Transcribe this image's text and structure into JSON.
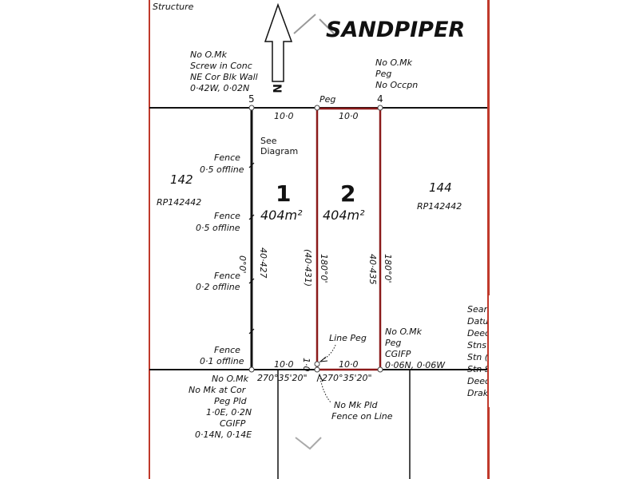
{
  "plan": {
    "top_cut_text": "Structure",
    "road_name": "SANDPIPER",
    "north_label": "N",
    "border_color": "#c0392b",
    "lot_highlight_color": "#8b1a1a",
    "corner_5_label": "5",
    "corner_4_label": "4",
    "peg_top_label": "Peg",
    "nw_note": [
      "No O.Mk",
      "Screw in Conc",
      "NE Cor Blk Wall",
      "0·42W, 0·02N"
    ],
    "ne_note": [
      "No O.Mk",
      "Peg",
      "No Occpn"
    ],
    "se_note": [
      "No O.Mk",
      "Peg",
      "CGIFP",
      "0·06N, 0·06W"
    ],
    "sw_note": [
      "No O.Mk",
      "No Mk at Cor",
      "Peg Pld",
      "1·0E, 0·2N",
      "CGIFP",
      "0·14N, 0·14E"
    ],
    "line_peg_label": "Line Peg",
    "bottom_mid_note": [
      "No Mk Pld",
      "Fence on Line"
    ],
    "see_diagram": [
      "See",
      "Diagram"
    ],
    "fences": [
      [
        "Fence",
        "0·5 offline"
      ],
      [
        "Fence",
        "0·5 offline"
      ],
      [
        "Fence",
        "0·2 offline"
      ],
      [
        "Fence",
        "0·1 offline"
      ]
    ],
    "lots": [
      {
        "number": "1",
        "area": "404m²",
        "top_dim": "10·0",
        "bottom_dim": "10·0",
        "bottom_bearing": "270°35'20\""
      },
      {
        "number": "2",
        "area": "404m²",
        "top_dim": "10·0",
        "bottom_dim": "10·0",
        "bottom_bearing": "270°35'20\""
      }
    ],
    "west_bearing": "0°0'",
    "lot1_west_dim": "40·427",
    "mid_dim": "(40·431)",
    "mid_bearing": "180°0'",
    "lot2_east_dim": "40·435",
    "east_bearing": "180°0'",
    "offset_dim": "1·0",
    "adjoining": [
      {
        "lot": "142",
        "plan": "RP142442"
      },
      {
        "lot": "144",
        "plan": "RP142442"
      }
    ],
    "legend_partial": [
      "Sear",
      "Datu",
      "Deec",
      "Stns",
      "Stn (",
      "Stn S",
      "Deec",
      "Drak"
    ]
  }
}
